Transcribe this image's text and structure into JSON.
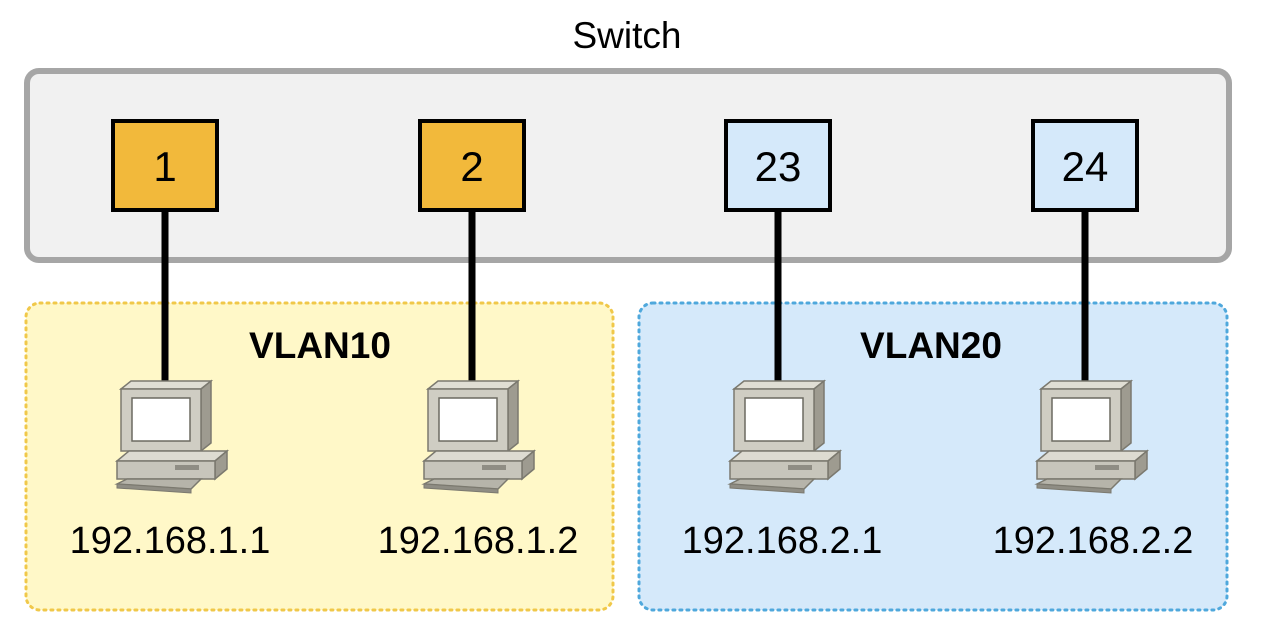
{
  "switch": {
    "title": "Switch",
    "color": "#f1f1f1",
    "border_color": "#a6a6a6"
  },
  "ports": [
    {
      "number": "1",
      "vlan": "VLAN10",
      "color": "#f2b93b"
    },
    {
      "number": "2",
      "vlan": "VLAN10",
      "color": "#f2b93b"
    },
    {
      "number": "23",
      "vlan": "VLAN20",
      "color": "#d5e9fa"
    },
    {
      "number": "24",
      "vlan": "VLAN20",
      "color": "#d5e9fa"
    }
  ],
  "vlans": [
    {
      "name": "VLAN10",
      "fill": "#fff8c8",
      "border": "#f0c84a"
    },
    {
      "name": "VLAN20",
      "fill": "#d5e9fa",
      "border": "#4fa8dc"
    }
  ],
  "hosts": [
    {
      "ip": "192.168.1.1",
      "port": "1",
      "icon": "computer-icon"
    },
    {
      "ip": "192.168.1.2",
      "port": "2",
      "icon": "computer-icon"
    },
    {
      "ip": "192.168.2.1",
      "port": "23",
      "icon": "computer-icon"
    },
    {
      "ip": "192.168.2.2",
      "port": "24",
      "icon": "computer-icon"
    }
  ]
}
